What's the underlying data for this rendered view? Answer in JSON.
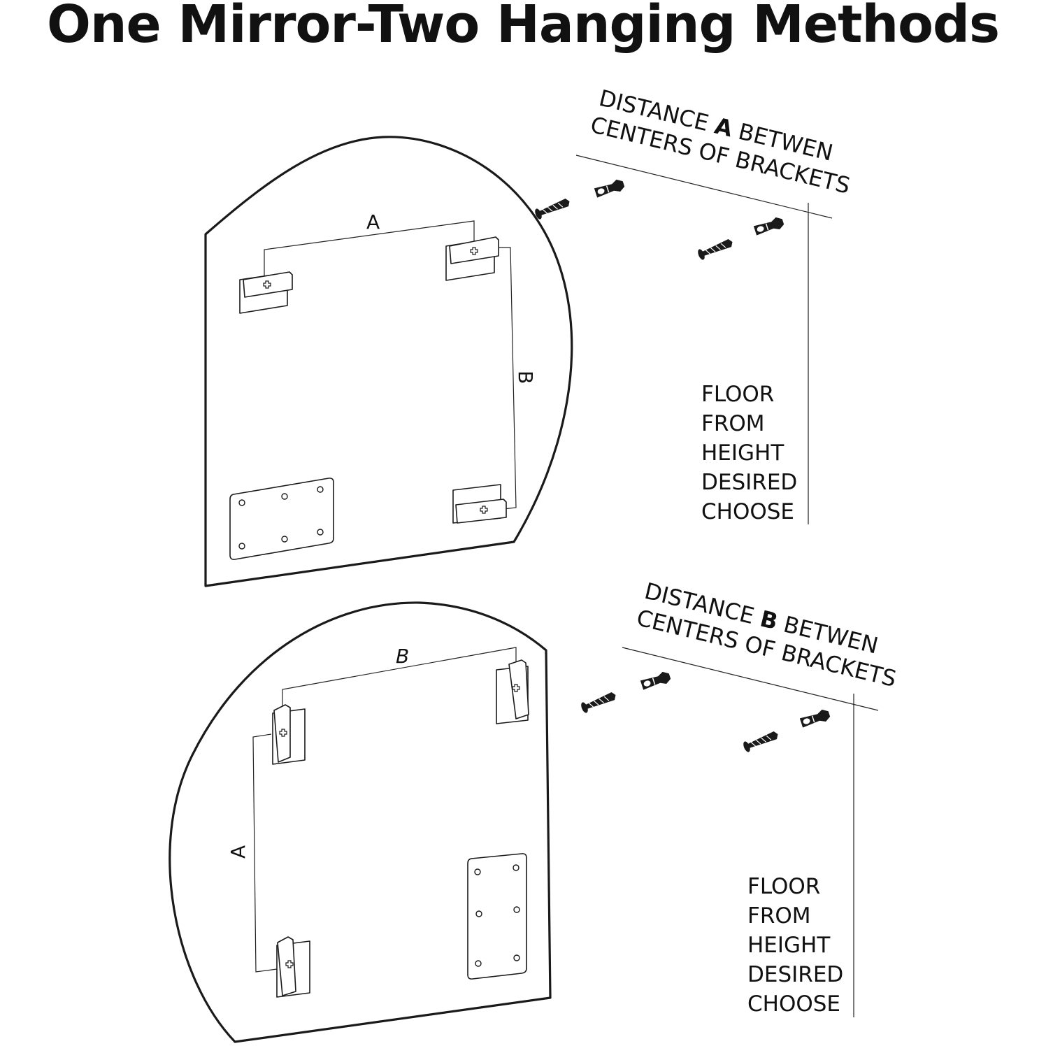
{
  "title": "One Mirror-Two Hanging Methods",
  "top": {
    "dim_label_horizontal": "A",
    "dim_label_vertical": "B",
    "distance_line1_prefix": "DISTANCE ",
    "distance_line1_bold": "A",
    "distance_line1_suffix": " BETWEN",
    "distance_line2": "CENTERS OF BRACKETS",
    "height_lines": [
      "FLOOR",
      "FROM",
      "HEIGHT",
      "DESIRED",
      "CHOOSE"
    ]
  },
  "bottom": {
    "dim_label_horizontal": "B",
    "dim_label_vertical": "A",
    "distance_line1_prefix": "DISTANCE ",
    "distance_line1_bold": "B",
    "distance_line1_suffix": " BETWEN",
    "distance_line2": "CENTERS OF BRACKETS",
    "height_lines": [
      "FLOOR",
      "FROM",
      "HEIGHT",
      "DESIRED",
      "CHOOSE"
    ]
  }
}
